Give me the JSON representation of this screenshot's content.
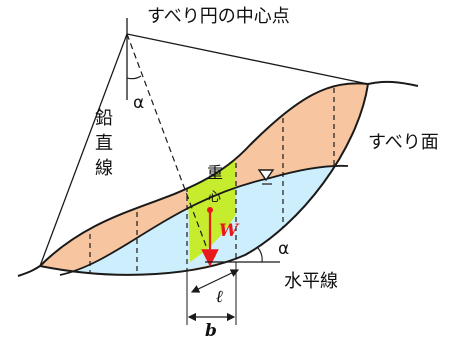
{
  "labels": {
    "center": "すべり円の中心点",
    "vertical_line": "鉛直線",
    "slip_surface": "すべり面",
    "horizontal_line": "水平線",
    "alpha_top": "α",
    "alpha_bottom": "α",
    "weight": "重心",
    "force": "W",
    "slice_length": "ℓ",
    "slice_width": "b"
  },
  "colors": {
    "soil": "#f7c59f",
    "water": "#cdeefc",
    "slice": "#c6ec2e",
    "force": "#e8191b",
    "line": "#1a1a1a"
  }
}
